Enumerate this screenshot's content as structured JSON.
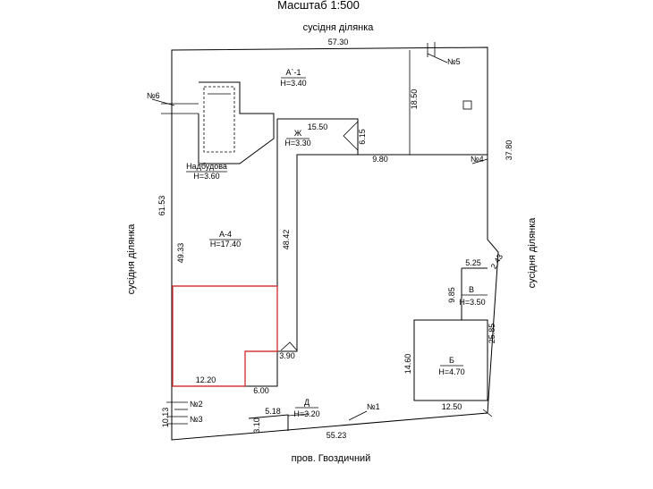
{
  "title": "Масштаб  1:500",
  "neighbors": {
    "top": "сусідня ділянка",
    "left": "сусідня ділянка",
    "right": "сусідня ділянка"
  },
  "street": "пров. Гвоздичний",
  "buildings": {
    "a1": {
      "name": "А`-1",
      "height": "H=3.40"
    },
    "zh": {
      "name": "Ж",
      "height": "H=3.30"
    },
    "nadbudova": {
      "name": "Надбудова",
      "height": "H=3.60"
    },
    "a4": {
      "name": "А-4",
      "height": "H=17.40"
    },
    "v": {
      "name": "В",
      "height": "H=3.50"
    },
    "b": {
      "name": "Б",
      "height": "H=4.70"
    },
    "d": {
      "name": "Д",
      "height": "H=3.20"
    }
  },
  "points": {
    "p1": "№1",
    "p2": "№2",
    "p3": "№3",
    "p4": "№4",
    "p5": "№5",
    "p6": "№6"
  },
  "dimensions": {
    "d5730": "57.30",
    "d1850": "18.50",
    "d1550": "15.50",
    "d615": "6.15",
    "d980": "9.80",
    "d3780": "37.80",
    "d6153": "61.53",
    "d4933": "49.33",
    "d4842": "48.42",
    "d525": "5.25",
    "d243": "2.43",
    "d985": "9.85",
    "d2585": "25.85",
    "d1460": "14.60",
    "d390": "3.90",
    "d1220": "12.20",
    "d600": "6.00",
    "d1250": "12.50",
    "d518": "5.18",
    "d310": "3.10",
    "d1013": "10.13",
    "d5523": "55.23"
  }
}
